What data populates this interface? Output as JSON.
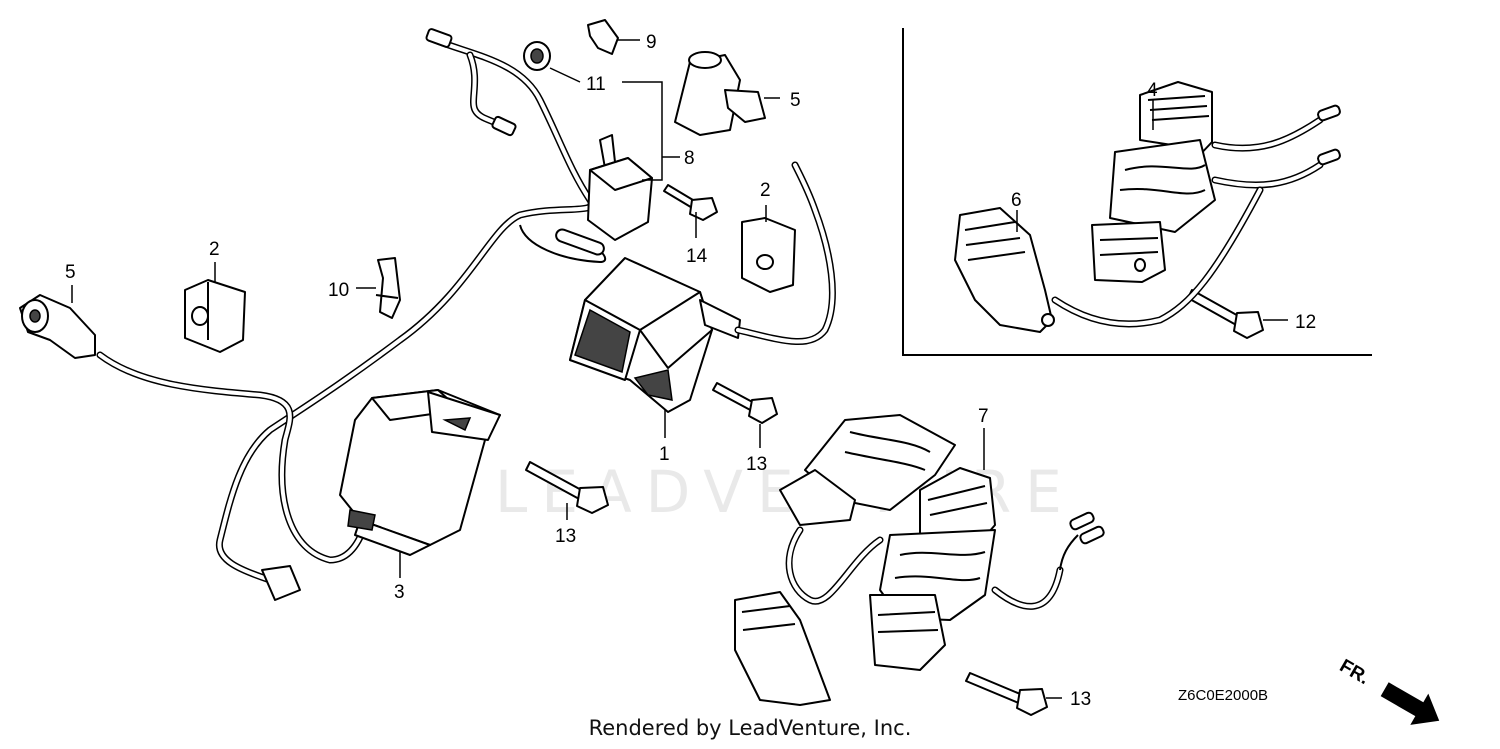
{
  "diagram": {
    "watermark": "LEADVENTURE",
    "drawing_code": "Z6C0E2000B",
    "direction_label": "FR.",
    "footer": "Rendered by LeadVenture, Inc.",
    "callouts": {
      "c1": "1",
      "c2a": "2",
      "c2b": "2",
      "c3": "3",
      "c4": "4",
      "c5a": "5",
      "c5b": "5",
      "c6": "6",
      "c7": "7",
      "c8": "8",
      "c9": "9",
      "c10": "10",
      "c11": "11",
      "c12": "12",
      "c13a": "13",
      "c13b": "13",
      "c13c": "13",
      "c14": "14"
    }
  }
}
